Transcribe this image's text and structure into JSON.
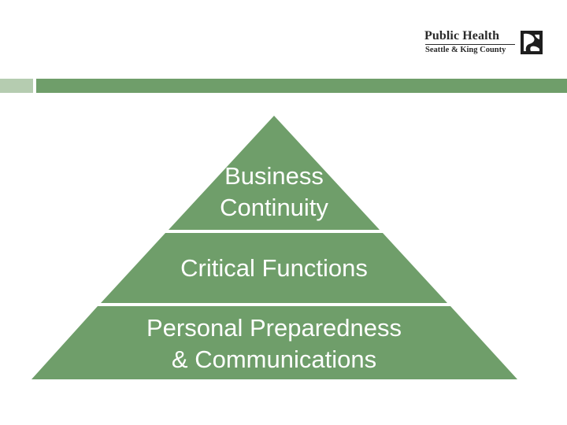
{
  "logo": {
    "title": "Public Health",
    "subtitle": "Seattle & King County"
  },
  "pyramid": {
    "fill_color": "#6f9e6a",
    "tiers": [
      {
        "line1": "Business",
        "line2": "Continuity"
      },
      {
        "line1": "Critical Functions"
      },
      {
        "line1": "Personal Preparedness",
        "line2": "& Communications"
      }
    ]
  },
  "colors": {
    "accent_green": "#6f9e6a",
    "light_green": "#b5ccb0"
  }
}
